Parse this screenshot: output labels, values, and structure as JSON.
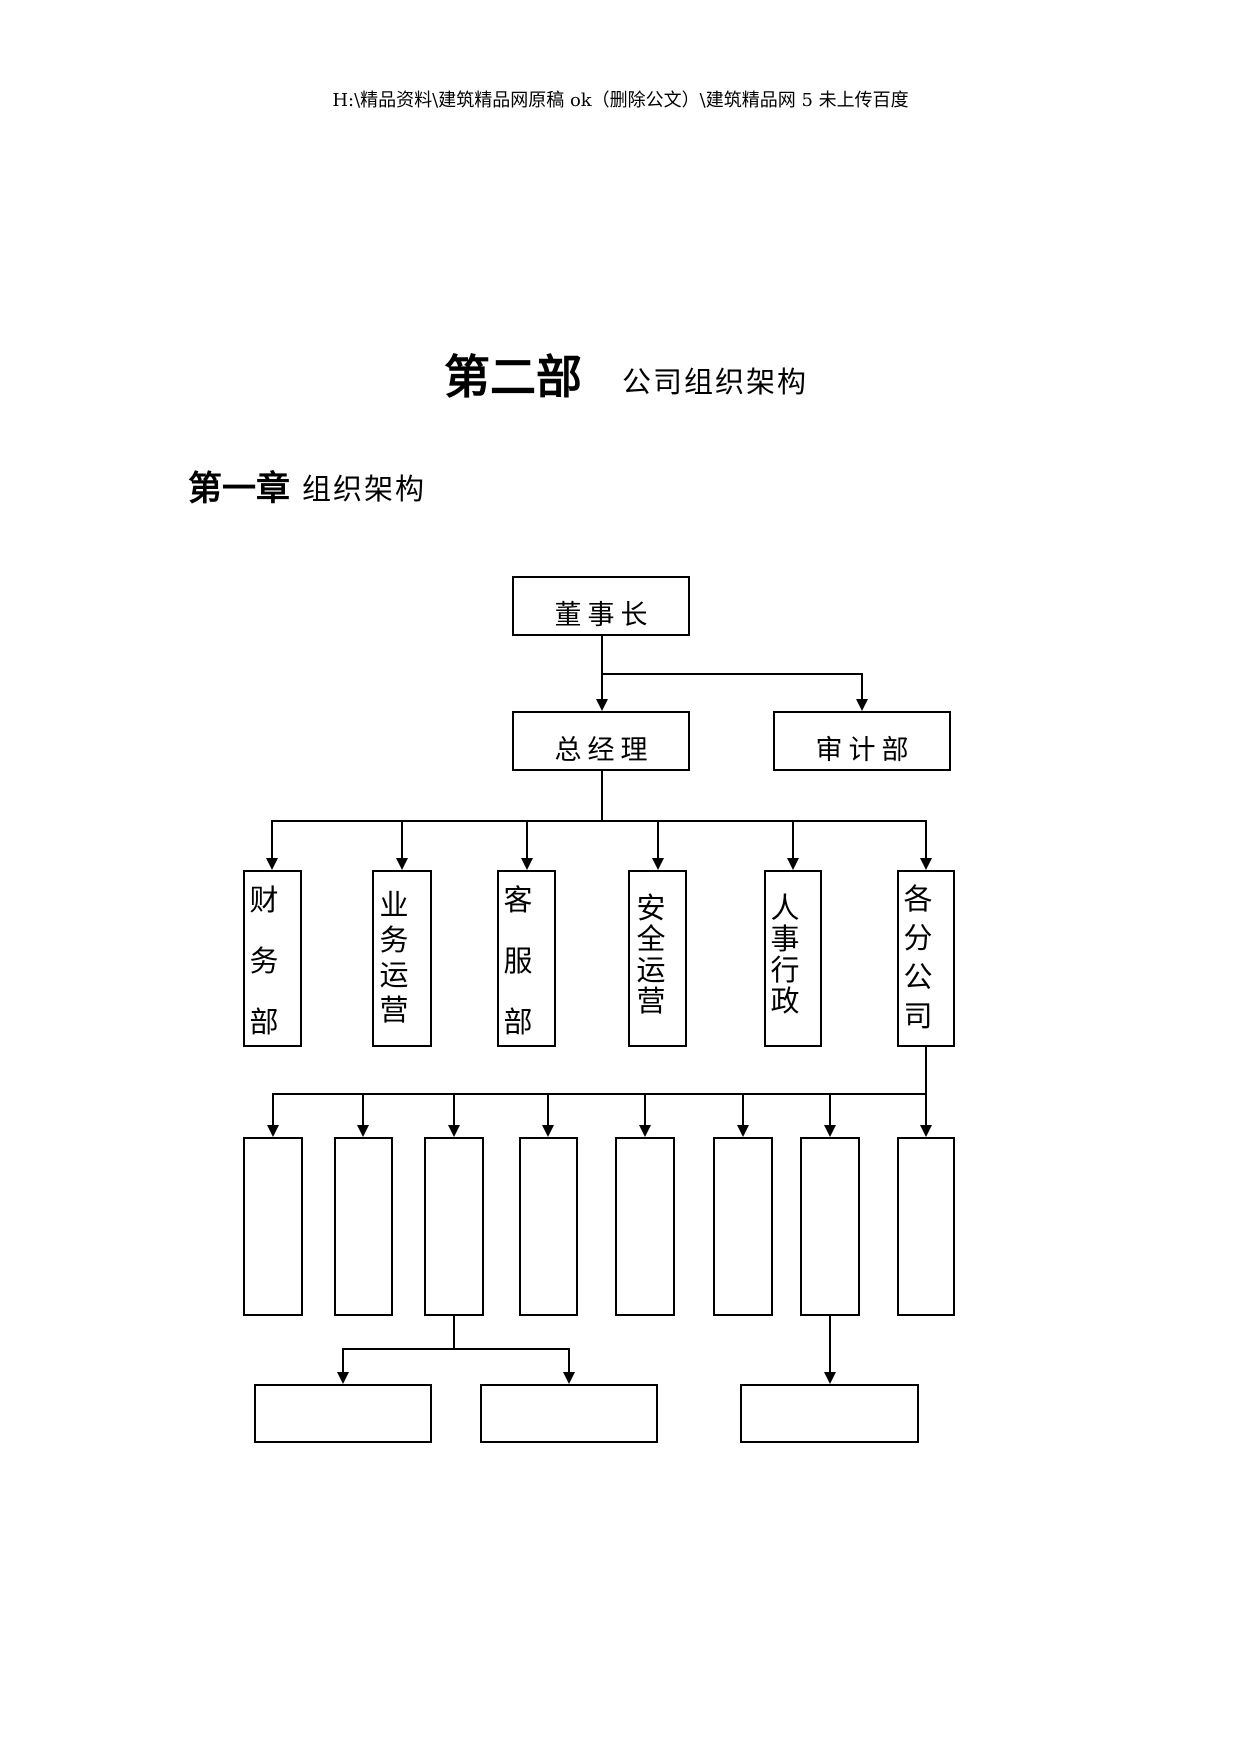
{
  "header": {
    "file_path": "H:\\精品资料\\建筑精品网原稿 ok（删除公文）\\建筑精品网 5 未上传百度"
  },
  "title": {
    "part": "第二部",
    "subject": "公司组织架构"
  },
  "chapter": {
    "number": "第一章",
    "name": "组织架构"
  },
  "org_chart": {
    "chairman": "董事长",
    "general_manager": "总经理",
    "audit": "审计部",
    "departments": [
      "财务部",
      "业务运营",
      "客服部",
      "安全运营",
      "人事行政",
      "各分公司"
    ]
  }
}
